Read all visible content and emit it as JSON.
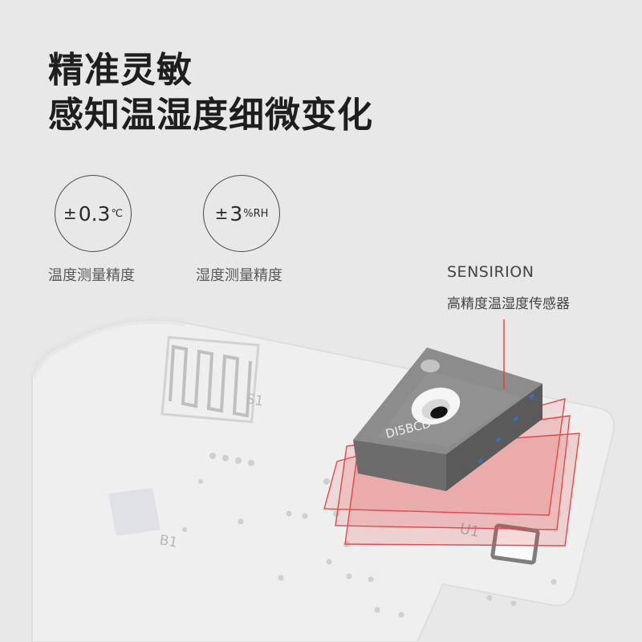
{
  "headline": {
    "line1": "精准灵敏",
    "line2": "感知温湿度细微变化"
  },
  "specs": [
    {
      "sign": "±",
      "value": "0.3",
      "unit": "℃",
      "caption": "温度测量精度"
    },
    {
      "sign": "±",
      "value": "3",
      "unit": "%RH",
      "caption": "湿度测量精度"
    }
  ],
  "brand": {
    "name": "SENSIRION",
    "description": "高精度温湿度传感器"
  },
  "chip": {
    "marking": "DI5BCD"
  },
  "board": {
    "labels": [
      "S1",
      "B1",
      "U1"
    ]
  },
  "colors": {
    "background": "#e8e8e8",
    "chip_body": "#8a8a8a",
    "highlight_red": "#e53a3a",
    "pad_blue": "#3a6fb8"
  }
}
